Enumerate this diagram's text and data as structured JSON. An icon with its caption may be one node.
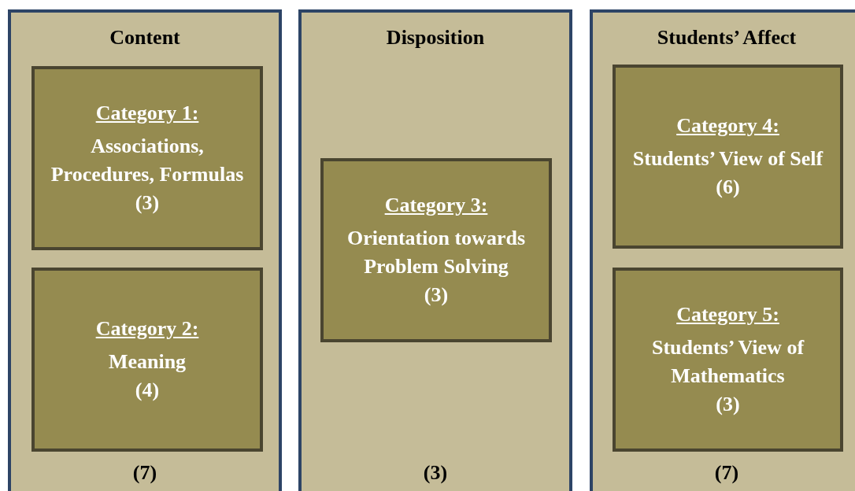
{
  "diagram": {
    "nodes": [
      {
        "text": [
          "Content",
          "(7)"
        ]
      },
      {
        "text": [
          "Category 1:",
          "Associations, Procedures, Formulas",
          "(3)"
        ],
        "in": 0
      },
      {
        "text": [
          "Category 2:",
          "Meaning",
          "(4)"
        ],
        "in": 0
      },
      {
        "text": [
          "Disposition",
          "(3)"
        ]
      },
      {
        "text": [
          "Category 3:",
          "Orientation towards Problem Solving",
          "(3)"
        ],
        "in": 3
      },
      {
        "text": [
          "Students’ Affect",
          "(7)"
        ]
      },
      {
        "text": [
          "Category 4:",
          "Students’ View of Self",
          "(6)"
        ],
        "in": 5
      },
      {
        "text": [
          "Category 5:",
          "Students’ View of Mathematics",
          "(3)"
        ],
        "in": 5
      }
    ]
  }
}
